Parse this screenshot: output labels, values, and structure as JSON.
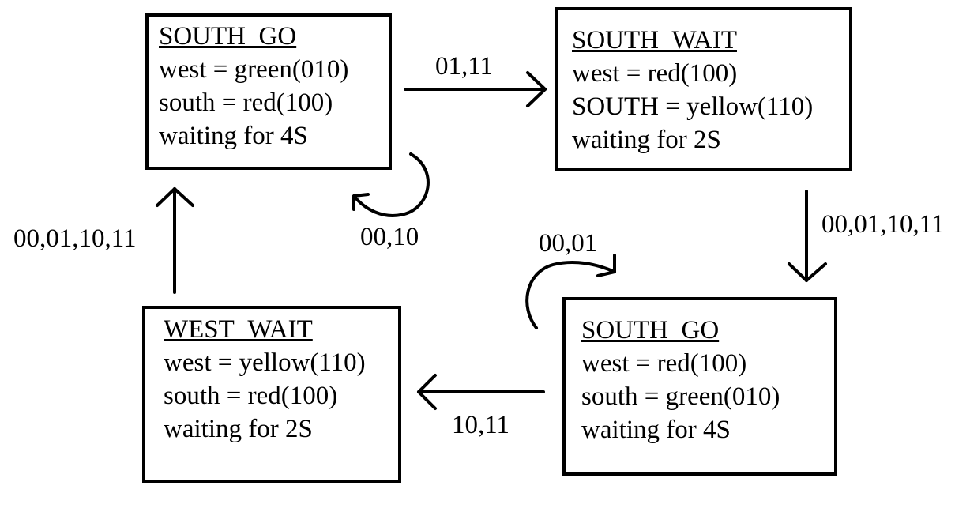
{
  "states": {
    "south_go_top": {
      "title": "SOUTH_GO",
      "line1": "west = green(010)",
      "line2": "south = red(100)",
      "line3": "waiting for 4S"
    },
    "south_wait": {
      "title": "SOUTH_WAIT",
      "line1": "west = red(100)",
      "line2": "SOUTH = yellow(110)",
      "line3": "waiting for 2S"
    },
    "south_go_bottom": {
      "title": "SOUTH_GO",
      "line1": "west = red(100)",
      "line2": "south = green(010)",
      "line3": "waiting for 4S"
    },
    "west_wait": {
      "title": "WEST_WAIT",
      "line1": "west = yellow(110)",
      "line2": "south = red(100)",
      "line3": "waiting for 2S"
    }
  },
  "transitions": {
    "south_go_to_south_wait": "01,11",
    "south_go_self": "00,10",
    "south_wait_to_south_go": "00,01,10,11",
    "south_go_bottom_self": "00,01",
    "south_go_bottom_to_west_wait": "10,11",
    "west_wait_to_south_go": "00,01,10,11"
  }
}
